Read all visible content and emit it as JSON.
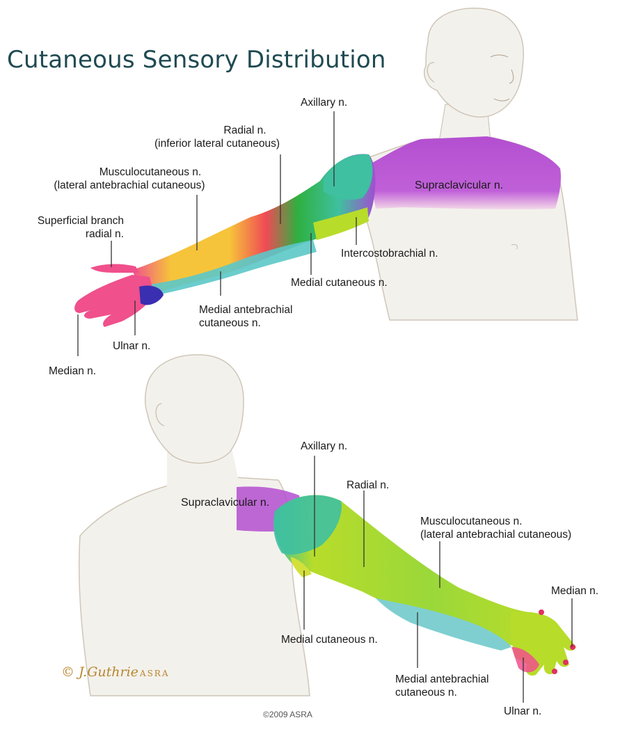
{
  "title": "Cutaneous Sensory Distribution",
  "copyright": "©2009 ASRA",
  "signature": "© J.Guthrie ASRA",
  "anterior_view": {
    "labels": {
      "axillary": "Axillary n.",
      "radial_line1": "Radial n.",
      "radial_line2": "(inferior lateral cutaneous)",
      "musculocutaneous_line1": "Musculocutaneous n.",
      "musculocutaneous_line2": "(lateral antebrachial cutaneous)",
      "superficial_radial_line1": "Superficial branch",
      "superficial_radial_line2": "radial n.",
      "supraclavicular": "Supraclavicular n.",
      "intercostobrachial": "Intercostobrachial n.",
      "medial_cutaneous": "Medial cutaneous n.",
      "medial_antebrachial_line1": "Medial antebrachial",
      "medial_antebrachial_line2": "cutaneous n.",
      "ulnar": "Ulnar n.",
      "median": "Median n."
    }
  },
  "posterior_view": {
    "labels": {
      "axillary": "Axillary n.",
      "radial": "Radial n.",
      "supraclavicular": "Supraclavicular n.",
      "musculocutaneous_line1": "Musculocutaneous n.",
      "musculocutaneous_line2": "(lateral antebrachial cutaneous)",
      "median": "Median n.",
      "medial_cutaneous": "Medial cutaneous n.",
      "medial_antebrachial_line1": "Medial antebrachial",
      "medial_antebrachial_line2": "cutaneous n.",
      "ulnar": "Ulnar n."
    }
  },
  "colors": {
    "supraclavicular": "#b34fd0",
    "axillary": "#3fc0a0",
    "radial": "#f04a55",
    "musculocutaneous": "#f6c43a",
    "medial_cutaneous": "#b8dc2a",
    "medial_antebrachial": "#5cc8c8",
    "intercostobrachial": "#d4e03a",
    "median": "#f0508c",
    "ulnar": "#3a2fb0",
    "skin": "#f3f1ec",
    "outline": "#cfc6b8",
    "leader": "#333333"
  }
}
